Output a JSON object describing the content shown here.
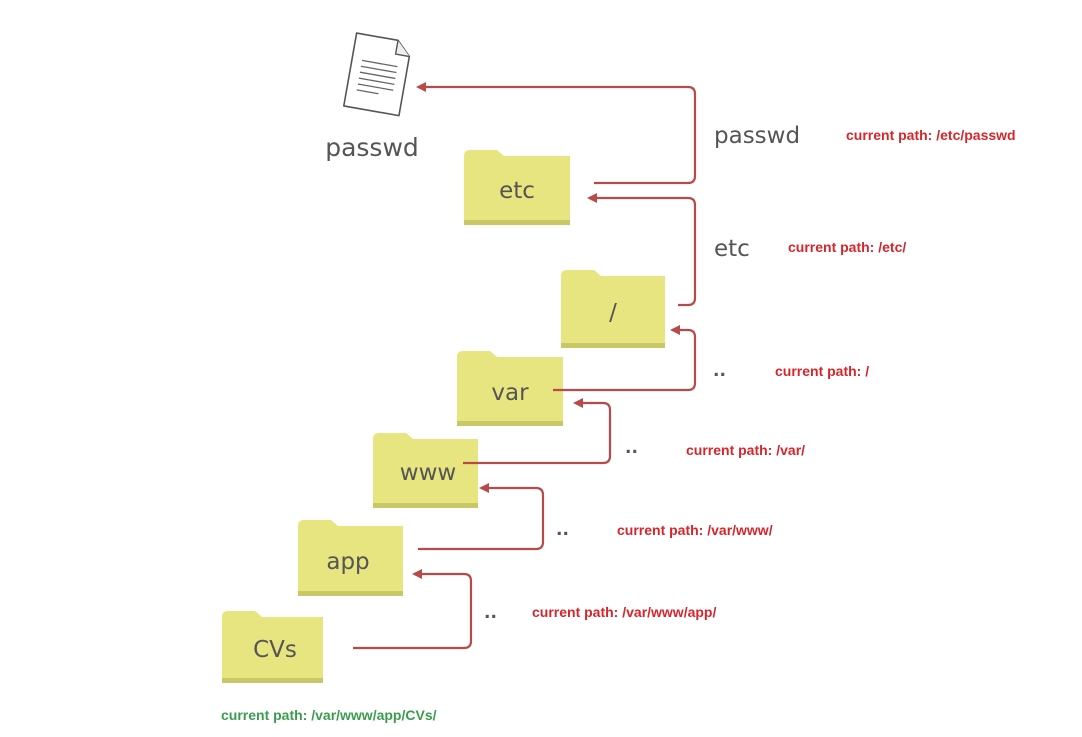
{
  "file": {
    "label": "passwd",
    "icon": "document-icon"
  },
  "folders": [
    {
      "id": "cvs",
      "label": "CVs"
    },
    {
      "id": "app",
      "label": "app"
    },
    {
      "id": "www",
      "label": "www"
    },
    {
      "id": "var",
      "label": "var"
    },
    {
      "id": "root",
      "label": "/"
    },
    {
      "id": "etc",
      "label": "etc"
    }
  ],
  "steps": [
    {
      "id": "to-app",
      "label": "..",
      "path": "current path: /var/www/app/"
    },
    {
      "id": "to-www",
      "label": "..",
      "path": "current path: /var/www/"
    },
    {
      "id": "to-var",
      "label": "..",
      "path": "current path: /var/"
    },
    {
      "id": "to-root",
      "label": "..",
      "path": "current path: /"
    },
    {
      "id": "to-etc",
      "label": "etc",
      "path": "current path: /etc/"
    },
    {
      "id": "to-passwd",
      "label": "passwd",
      "path": "current path: /etc/passwd"
    }
  ],
  "start_path": "current path: /var/www/app/CVs/",
  "colors": {
    "folder": "#e6e57f",
    "folder_shade": "#c9c866",
    "arrow": "#b84a4a",
    "path_text": "#d6262b",
    "start_text": "#3a9d4e",
    "label_text": "#555555"
  }
}
